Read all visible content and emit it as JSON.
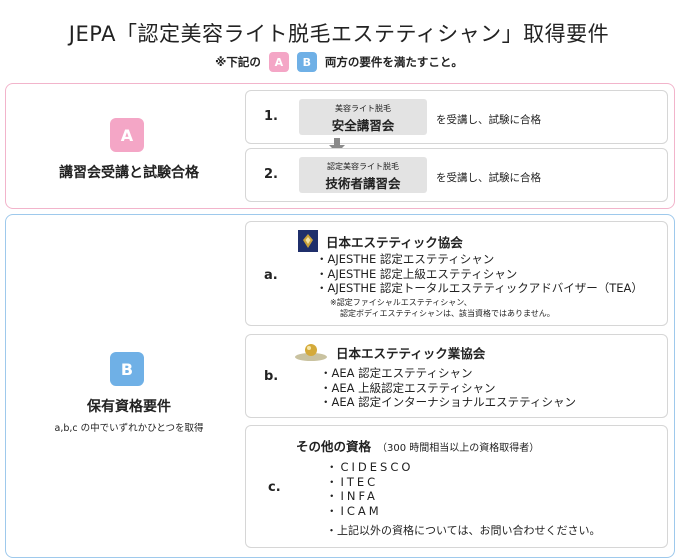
{
  "header": {
    "title": "JEPA「認定美容ライト脱毛エステティシャン」取得要件",
    "note_prefix": "※下記の",
    "chip_a": "A",
    "chip_b": "B",
    "note_suffix": "両方の要件を満たすこと。"
  },
  "section_a": {
    "badge": "A",
    "label": "講習会受講と試験合格",
    "steps": [
      {
        "num": "1.",
        "small": "美容ライト脱毛",
        "large": "安全講習会",
        "pass": "を受講し、試験に合格"
      },
      {
        "num": "2.",
        "small": "認定美容ライト脱毛",
        "large": "技術者講習会",
        "pass": "を受講し、試験に合格"
      }
    ]
  },
  "section_b": {
    "badge": "B",
    "label": "保有資格要件",
    "note": "a,b,c の中でいずれかひとつを取得",
    "option_a": {
      "letter": "a.",
      "org": "日本エステティック協会",
      "items": [
        "・AJESTHE 認定エステティシャン",
        "・AJESTHE 認定上級エステティシャン",
        "・AJESTHE 認定トータルエステティックアドバイザー（TEA）"
      ],
      "footnote_1": "※認定ファイシャルエステティシャン、",
      "footnote_2": "認定ボディエステティシャンは、該当資格ではありません。"
    },
    "option_b": {
      "letter": "b.",
      "org": "日本エステティック業協会",
      "items": [
        "・AEA 認定エステティシャン",
        "・AEA 上級認定エステティシャン",
        "・AEA 認定インターナショナルエステティシャン"
      ]
    },
    "option_c": {
      "letter": "c.",
      "title": "その他の資格",
      "title_note": "（300 時間相当以上の資格取得者）",
      "items": [
        "・CIDESCO",
        "・ITEC",
        "・INFA",
        "・ICAM"
      ],
      "closing": "・上記以外の資格については、お問い合わせください。"
    }
  },
  "colors": {
    "pink": "#f4a6c6",
    "blue": "#6fb0e6",
    "pink_border": "#f2b4cb",
    "blue_border": "#9ec9ec"
  }
}
